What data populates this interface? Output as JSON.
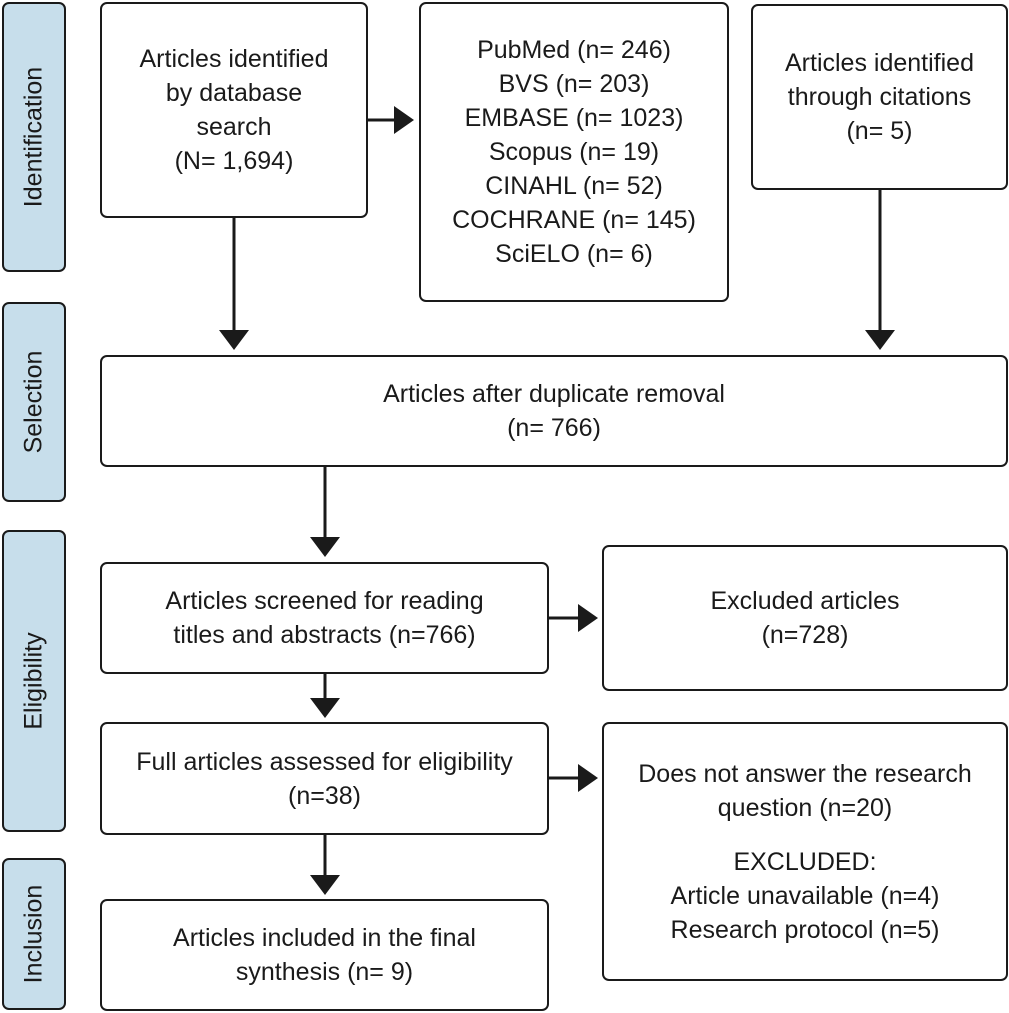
{
  "phases": {
    "identification": "Identification",
    "selection": "Selection",
    "eligibility": "Eligibility",
    "inclusion": "Inclusion"
  },
  "boxes": {
    "database_search": {
      "lines": [
        "Articles identified",
        "by database",
        "search",
        "(N= 1,694)"
      ]
    },
    "databases": {
      "lines": [
        "PubMed (n= 246)",
        "BVS (n= 203)",
        "EMBASE (n= 1023)",
        "Scopus (n= 19)",
        "CINAHL (n= 52)",
        "COCHRANE (n= 145)",
        "SciELO (n= 6)"
      ]
    },
    "citations": {
      "lines": [
        "Articles identified",
        "through citations",
        "(n= 5)"
      ]
    },
    "duplicate_removal": {
      "lines": [
        "Articles after duplicate removal",
        "(n= 766)"
      ]
    },
    "screened": {
      "lines": [
        "Articles screened for reading",
        "titles and abstracts (n=766)"
      ]
    },
    "excluded": {
      "lines": [
        "Excluded articles",
        "(n=728)"
      ]
    },
    "full_assessed": {
      "lines": [
        "Full articles assessed for eligibility",
        "(n=38)"
      ]
    },
    "not_answer": {
      "lines": [
        "Does not answer the research",
        "question (n=20)"
      ],
      "excluded_heading": "EXCLUDED:",
      "excluded_lines": [
        "Article unavailable (n=4)",
        "Research protocol (n=5)"
      ]
    },
    "included": {
      "lines": [
        "Articles included in the final",
        "synthesis (n= 9)"
      ]
    }
  },
  "colors": {
    "phase_fill": "#c7deeb",
    "stroke": "#1a1a1a",
    "box_fill": "#ffffff"
  }
}
